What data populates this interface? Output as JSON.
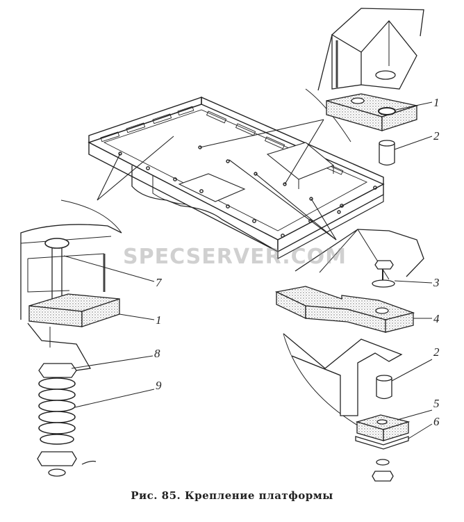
{
  "figure": {
    "caption": "Рис. 85. Крепление платформы",
    "watermark": "SPECSERVER.COM",
    "part_labels": [
      "1",
      "2",
      "7",
      "1",
      "3",
      "4",
      "8",
      "9",
      "2",
      "5",
      "6"
    ]
  },
  "colors": {
    "ink": "#222222",
    "stipple": "#9a9a9a",
    "watermark": "#969696"
  }
}
